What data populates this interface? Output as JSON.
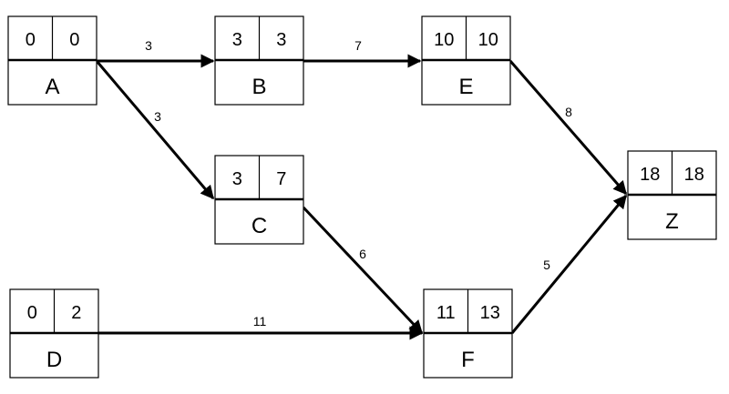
{
  "diagram": {
    "nodes": [
      {
        "id": "A",
        "label": "A",
        "early": "0",
        "late": "0"
      },
      {
        "id": "B",
        "label": "B",
        "early": "3",
        "late": "3"
      },
      {
        "id": "E",
        "label": "E",
        "early": "10",
        "late": "10"
      },
      {
        "id": "C",
        "label": "C",
        "early": "3",
        "late": "7"
      },
      {
        "id": "Z",
        "label": "Z",
        "early": "18",
        "late": "18"
      },
      {
        "id": "D",
        "label": "D",
        "early": "0",
        "late": "2"
      },
      {
        "id": "F",
        "label": "F",
        "early": "11",
        "late": "13"
      }
    ],
    "edges": [
      {
        "from": "A",
        "to": "B",
        "weight": "3"
      },
      {
        "from": "B",
        "to": "E",
        "weight": "7"
      },
      {
        "from": "A",
        "to": "C",
        "weight": "3"
      },
      {
        "from": "E",
        "to": "Z",
        "weight": "8"
      },
      {
        "from": "C",
        "to": "F",
        "weight": "6"
      },
      {
        "from": "D",
        "to": "F",
        "weight": "11"
      },
      {
        "from": "F",
        "to": "Z",
        "weight": "5"
      }
    ]
  }
}
